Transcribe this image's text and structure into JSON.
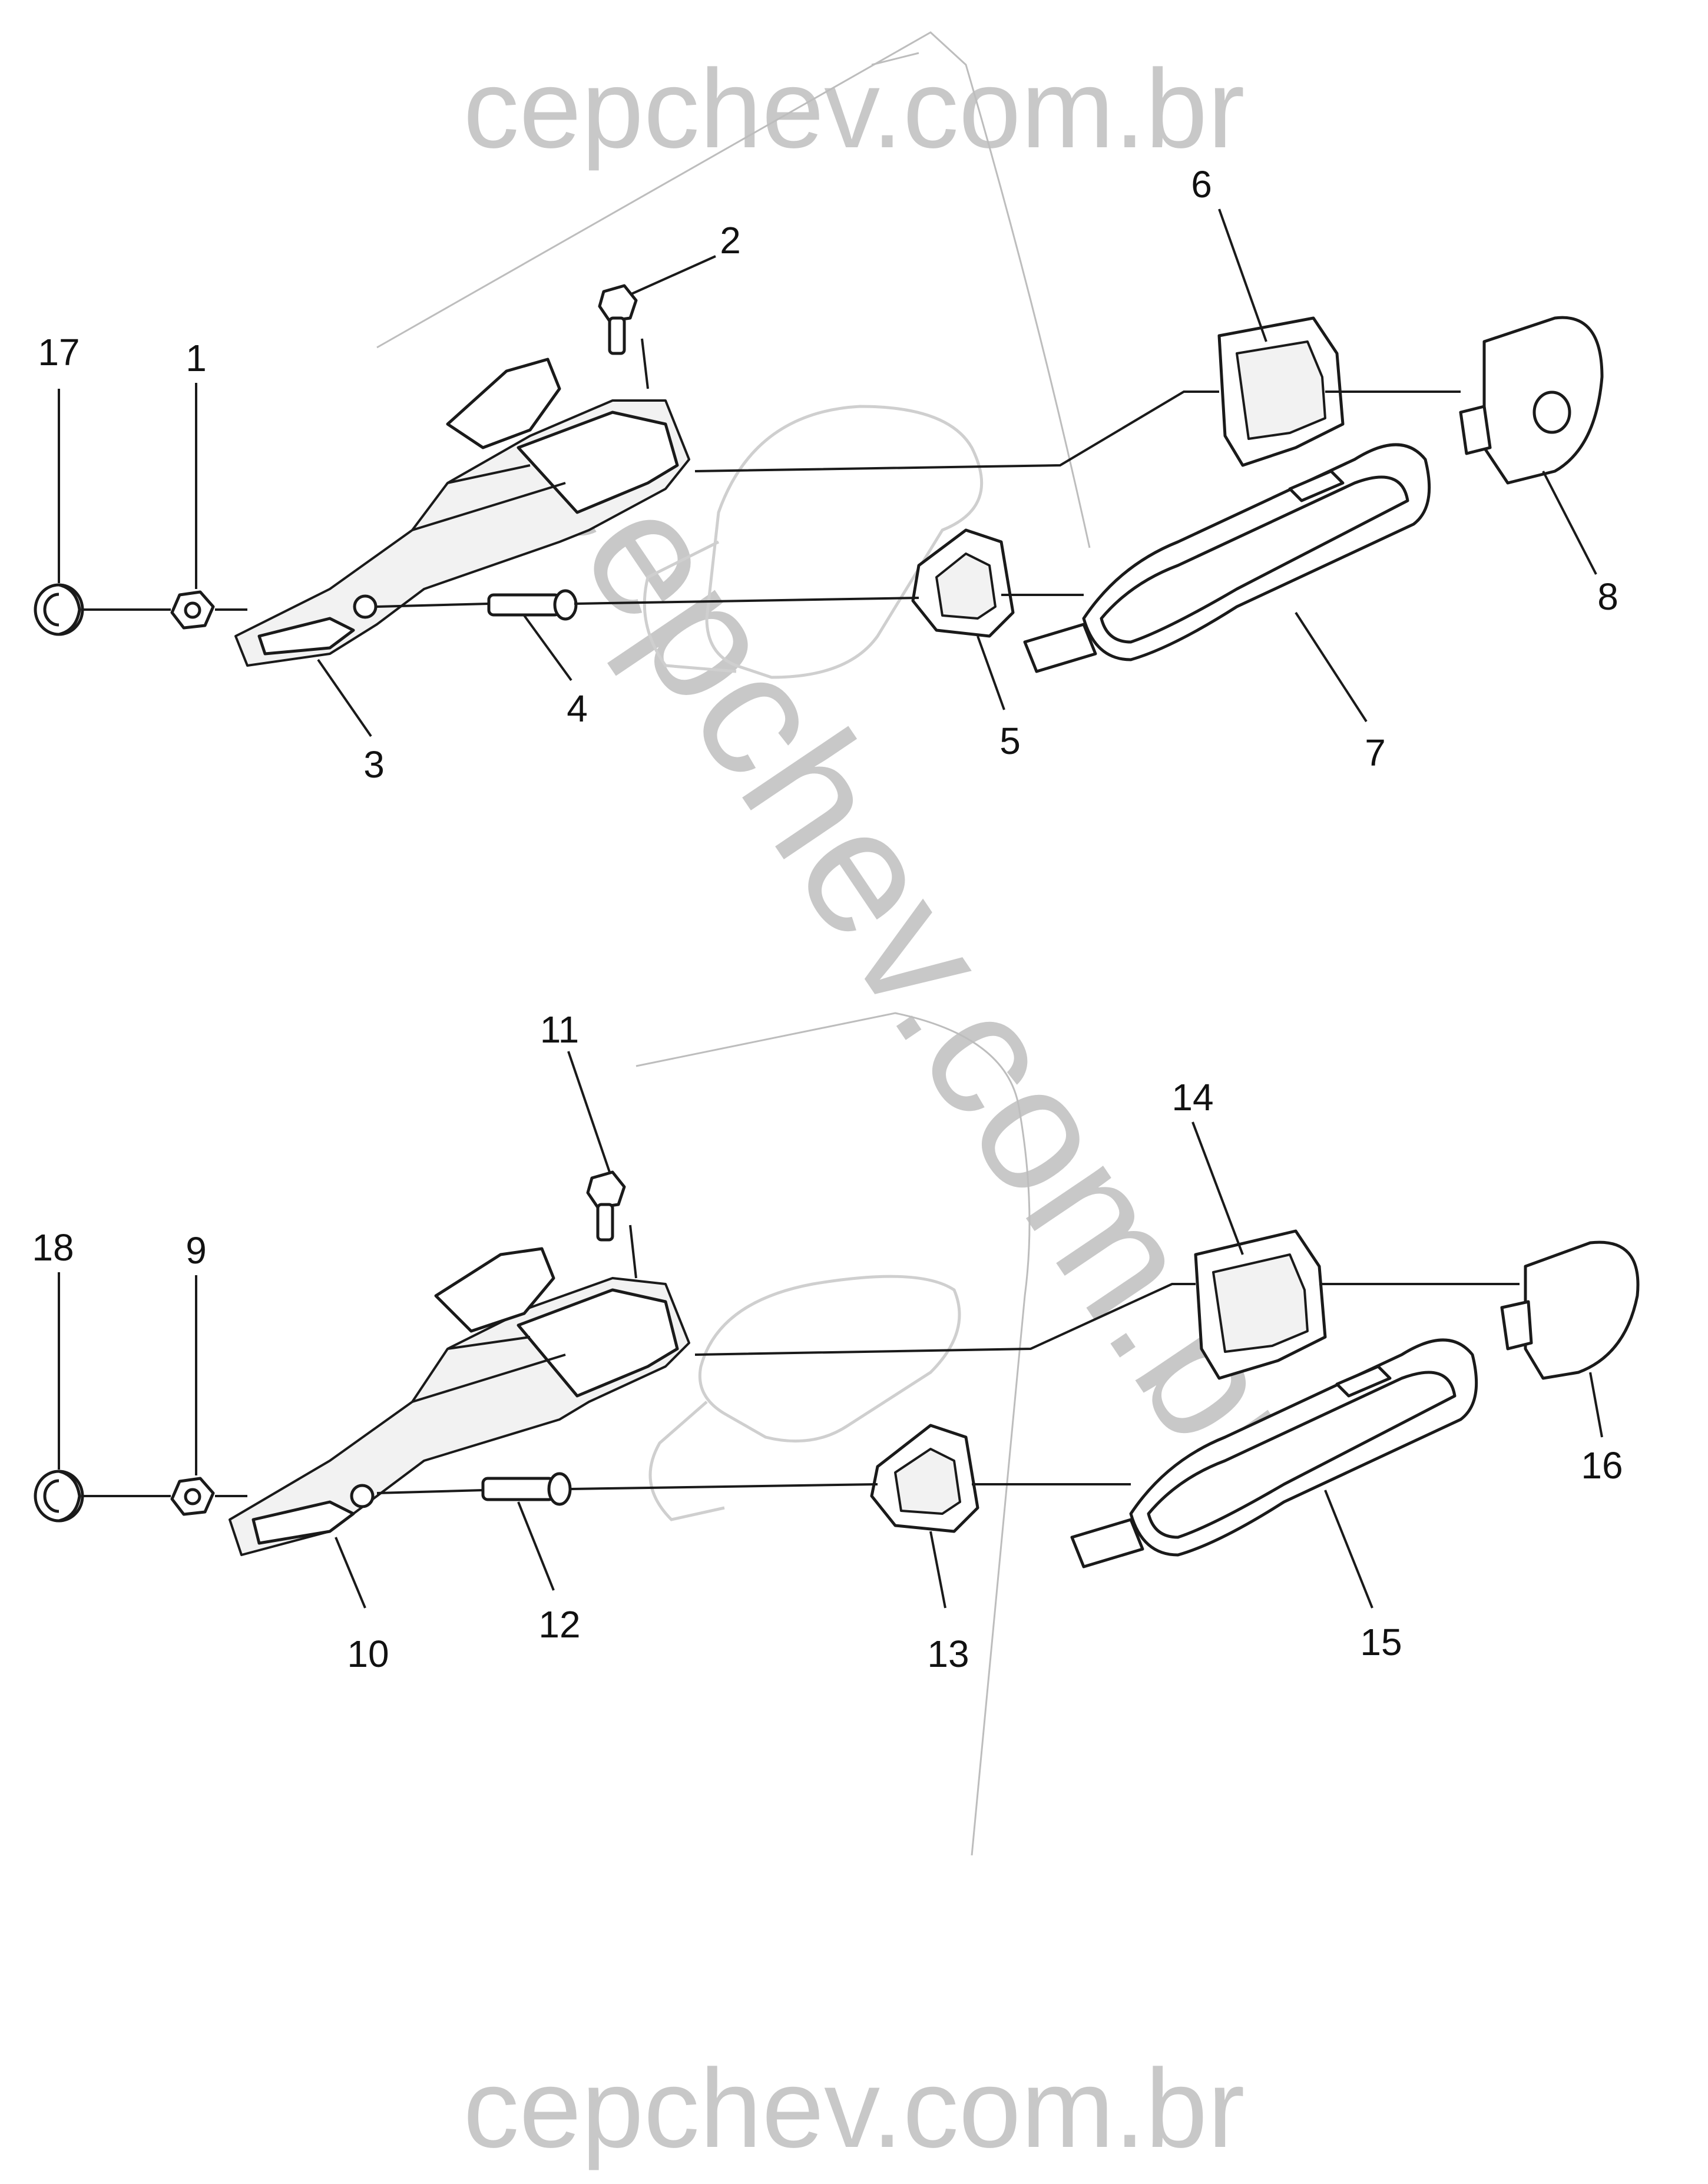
{
  "watermarks": {
    "top": "cepchev.com.br",
    "diagonal": "cepchev.com.br",
    "bottom": "cepchev.com.br"
  },
  "callouts": [
    "1",
    "2",
    "3",
    "4",
    "5",
    "6",
    "7",
    "8",
    "9",
    "10",
    "11",
    "12",
    "13",
    "14",
    "15",
    "16",
    "17",
    "18"
  ],
  "colors": {
    "line": "#1a1a1a",
    "watermark": "#c8c8c8",
    "ghost_outline": "#cfcfcf",
    "background": "#ffffff"
  }
}
